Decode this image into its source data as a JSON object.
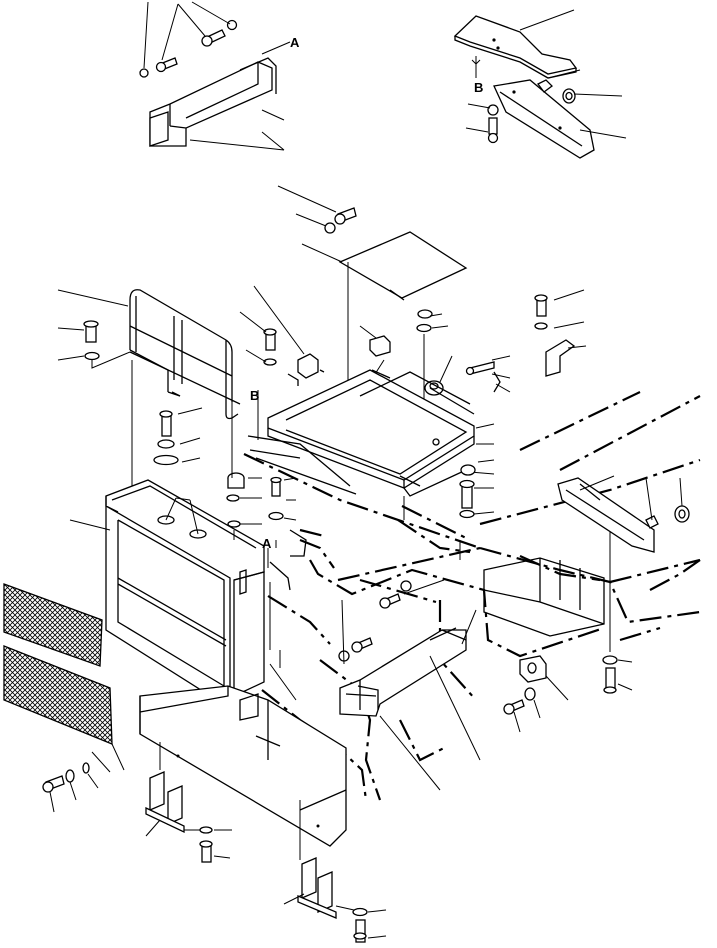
{
  "labels": {
    "view_a_top": "A",
    "view_b_top": "B",
    "view_b_main": "B",
    "view_a_main": "A"
  }
}
